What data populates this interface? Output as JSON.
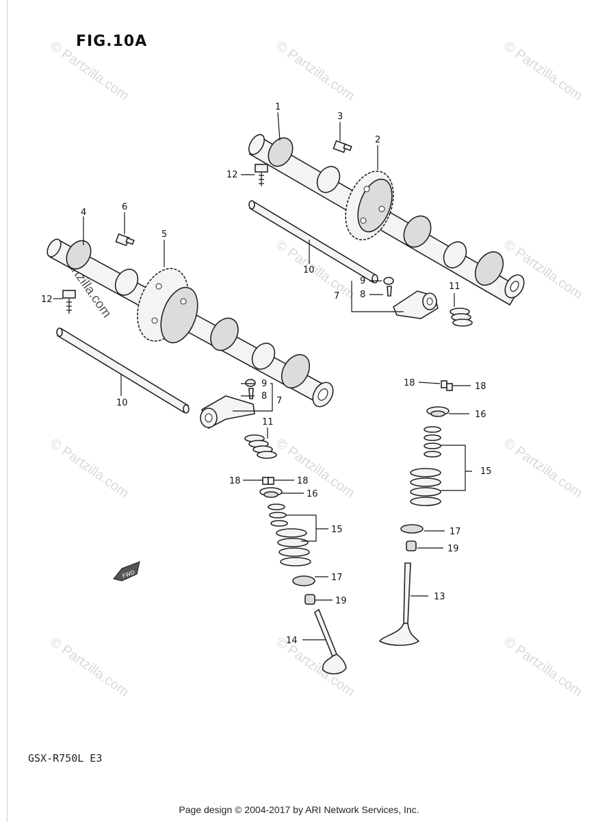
{
  "figure": {
    "title": "FIG.10A"
  },
  "model": "GSX-R750L  E3",
  "footer": "Page design © 2004-2017 by ARI Network Services, Inc.",
  "watermark": "© Partzilla.com",
  "callouts": {
    "c1": "1",
    "c2": "2",
    "c3": "3",
    "c4": "4",
    "c5": "5",
    "c6": "6",
    "c7a": "7",
    "c7b": "7",
    "c8a": "8",
    "c8b": "8",
    "c9a": "9",
    "c9b": "9",
    "c10a": "10",
    "c10b": "10",
    "c11a": "11",
    "c11b": "11",
    "c12a": "12",
    "c12b": "12",
    "c13": "13",
    "c14": "14",
    "c15a": "15",
    "c15b": "15",
    "c16a": "16",
    "c16b": "16",
    "c17a": "17",
    "c17b": "17",
    "c18a": "18",
    "c18b": "18",
    "c18c": "18",
    "c18d": "18",
    "c19a": "19",
    "c19b": "19"
  },
  "fwd_label": "FWD"
}
